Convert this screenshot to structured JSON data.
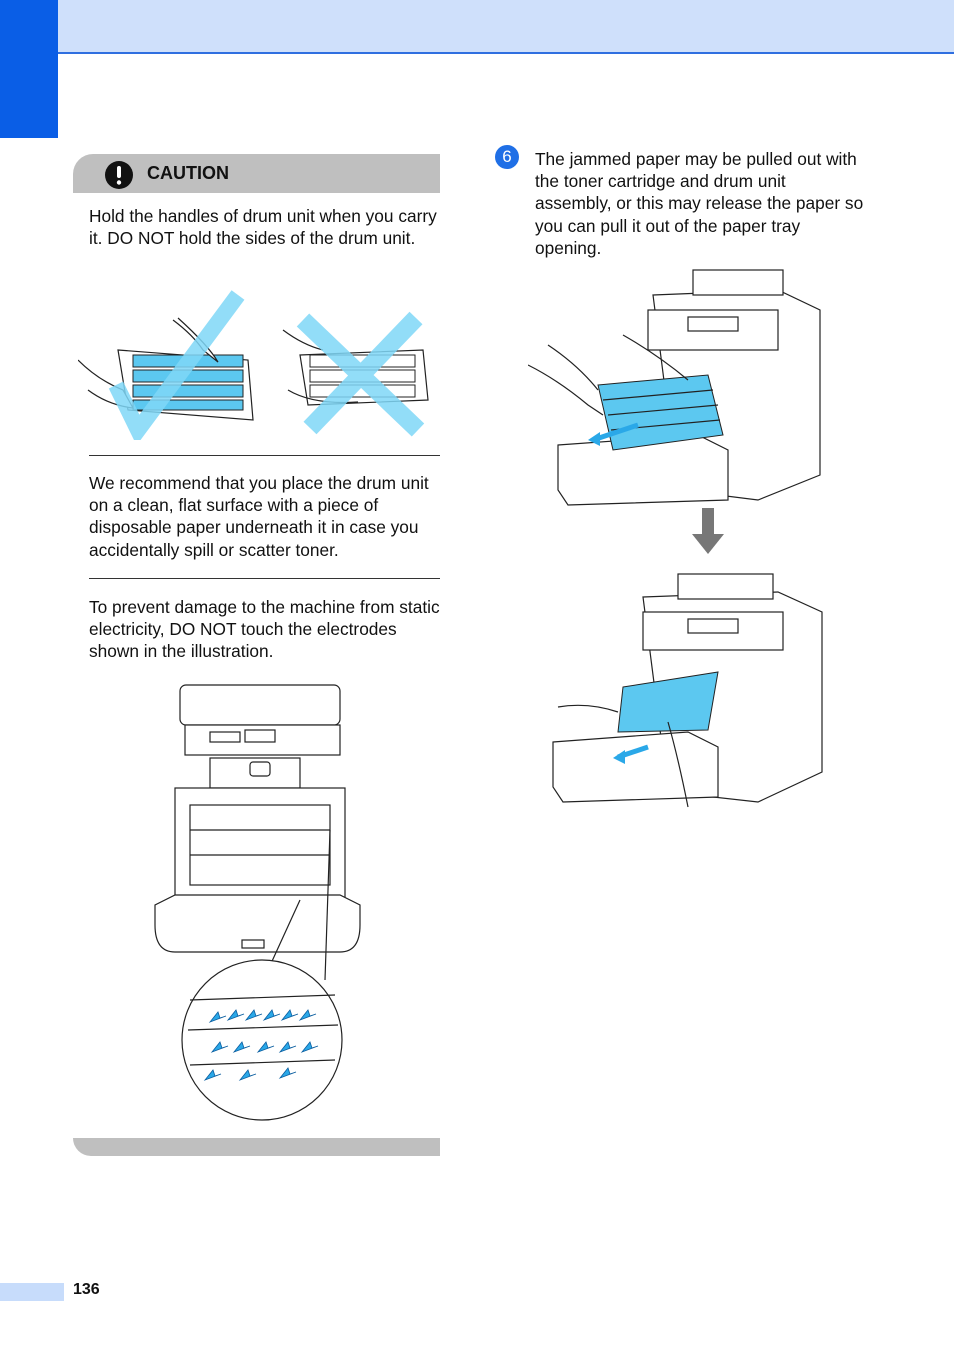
{
  "header": {
    "band_color": "#cfe0fb",
    "tab_color": "#0a5ee6"
  },
  "caution": {
    "title": "CAUTION",
    "icon": "exclamation-icon",
    "text": "Hold the handles of drum unit when you carry it. DO NOT hold the sides of the drum unit."
  },
  "notes": [
    "We recommend that you place the drum unit on a clean, flat surface with a piece of disposable paper underneath it in case you accidentally spill or scatter toner.",
    "To prevent damage to the machine from static electricity, DO NOT touch the electrodes shown in the illustration."
  ],
  "step": {
    "number": "6",
    "text": "The jammed paper may be pulled out with the toner cartridge and drum unit assembly, or this may release the paper so you can pull it out of the paper tray opening."
  },
  "footer": {
    "page_number": "136"
  },
  "colors": {
    "accent": "#1f6fe6",
    "toner": "#5cc8f0",
    "caution_bar": "#bfbfbf"
  }
}
